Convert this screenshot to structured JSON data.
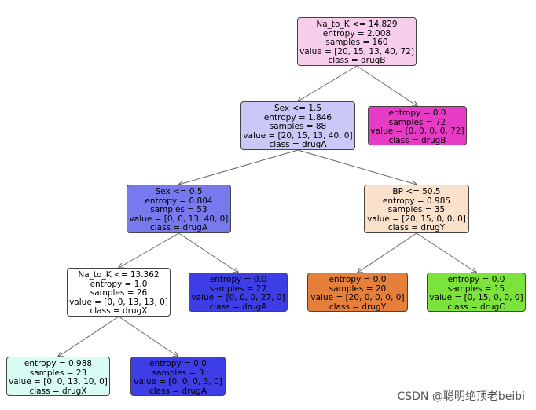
{
  "nodes": [
    {
      "id": "root",
      "color": "#f7cdec",
      "lines": [
        "Na_to_K <= 14.829",
        "entropy = 2.008",
        "samples = 160",
        "value = [20, 15, 13, 40, 72]",
        "class = drugB"
      ]
    },
    {
      "id": "n1",
      "color": "#c9c8f6",
      "lines": [
        "Sex <= 1.5",
        "entropy = 1.846",
        "samples = 88",
        "value = [20, 15, 13, 40, 0]",
        "class = drugA"
      ]
    },
    {
      "id": "n2",
      "color": "#e83bc5",
      "lines": [
        "entropy = 0.0",
        "samples = 72",
        "value = [0, 0, 0, 0, 72]",
        "class = drugB"
      ]
    },
    {
      "id": "n3",
      "color": "#7879ec",
      "lines": [
        "Sex <= 0.5",
        "entropy = 0.804",
        "samples = 53",
        "value = [0, 0, 13, 40, 0]",
        "class = drugA"
      ]
    },
    {
      "id": "n4",
      "color": "#fae1cc",
      "lines": [
        "BP <= 50.5",
        "entropy = 0.985",
        "samples = 35",
        "value = [20, 15, 0, 0, 0]",
        "class = drugY"
      ]
    },
    {
      "id": "n5",
      "color": "#ffffff",
      "lines": [
        "Na_to_K <= 13.362",
        "entropy = 1.0",
        "samples = 26",
        "value = [0, 0, 13, 13, 0]",
        "class = drugX"
      ]
    },
    {
      "id": "n6",
      "color": "#3e3ee6",
      "lines": [
        "entropy = 0.0",
        "samples = 27",
        "value = [0, 0, 0, 27, 0]",
        "class = drugA"
      ]
    },
    {
      "id": "n7",
      "color": "#e67f3a",
      "lines": [
        "entropy = 0.0",
        "samples = 20",
        "value = [20, 0, 0, 0, 0]",
        "class = drugY"
      ]
    },
    {
      "id": "n8",
      "color": "#7ce33c",
      "lines": [
        "entropy = 0.0",
        "samples = 15",
        "value = [0, 15, 0, 0, 0]",
        "class = drugC"
      ]
    },
    {
      "id": "n9",
      "color": "#d8fbf4",
      "lines": [
        "entropy = 0.988",
        "samples = 23",
        "value = [0, 0, 13, 10, 0]",
        "class = drugX"
      ]
    },
    {
      "id": "n10",
      "color": "#3e3ee6",
      "lines": [
        "entropy = 0.0",
        "samples = 3",
        "value = [0, 0, 0, 3, 0]",
        "class = drugA"
      ]
    }
  ],
  "edges": [
    [
      "root",
      "n1"
    ],
    [
      "root",
      "n2"
    ],
    [
      "n1",
      "n3"
    ],
    [
      "n1",
      "n4"
    ],
    [
      "n3",
      "n5"
    ],
    [
      "n3",
      "n6"
    ],
    [
      "n4",
      "n7"
    ],
    [
      "n4",
      "n8"
    ],
    [
      "n5",
      "n9"
    ],
    [
      "n5",
      "n10"
    ]
  ],
  "watermark": "CSDN @聪明绝顶老beibi"
}
